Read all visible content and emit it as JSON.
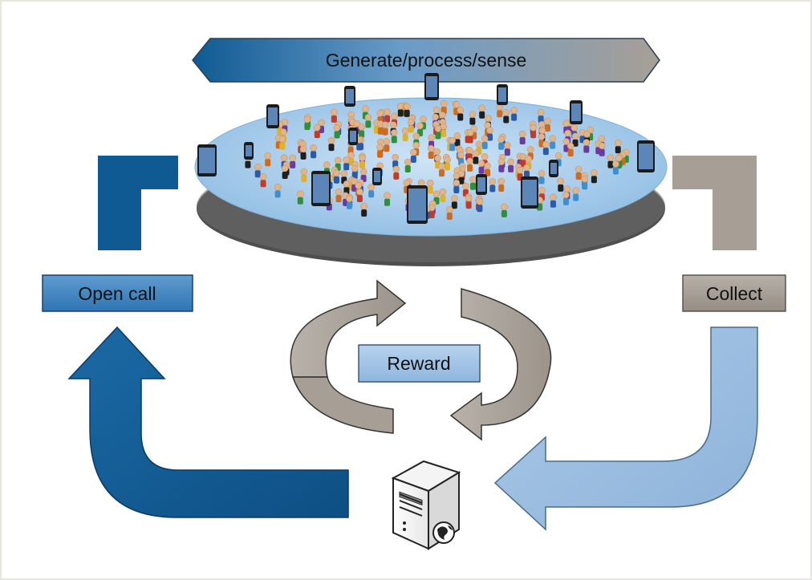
{
  "diagram": {
    "banner": {
      "label": "Generate/process/sense"
    },
    "nodes": {
      "open_call": {
        "label": "Open call"
      },
      "collect": {
        "label": "Collect"
      },
      "reward": {
        "label": "Reward"
      }
    },
    "icons": [
      "crowd-platform",
      "smartphone-icon",
      "person-figure-icon",
      "server-icon",
      "globe-icon"
    ]
  },
  "colors": {
    "dark_blue": "#0f5a93",
    "mid_blue": "#4b8dc4",
    "light_blue": "#9dbfe0",
    "gray": "#a79f96",
    "platform": "#a9cdea"
  }
}
